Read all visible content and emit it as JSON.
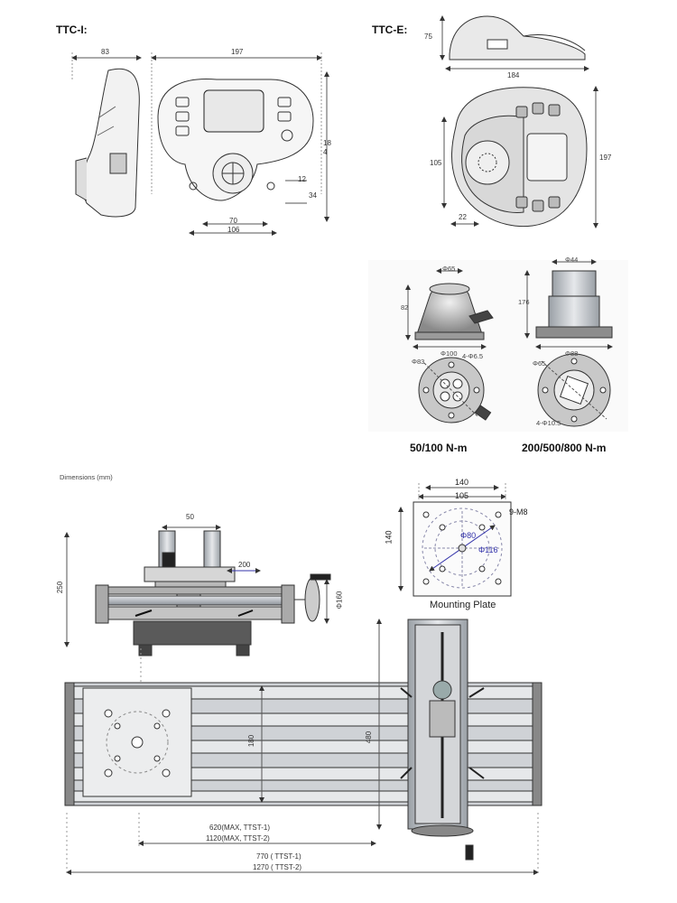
{
  "ttc_i": {
    "title": "TTC-I:",
    "dims": {
      "side_width": "83",
      "front_width": "197",
      "height_a": "18",
      "height_b": "4",
      "dim_12": "12",
      "dim_34": "34",
      "dim_70": "70",
      "dim_106": "106"
    }
  },
  "ttc_e": {
    "title": "TTC-E:",
    "dims": {
      "height": "75",
      "width": "184",
      "depth": "197",
      "dim_105": "105",
      "dim_22": "22"
    }
  },
  "sensors": {
    "left_caption": "50/100 N-m",
    "right_caption": "200/500/800 N-m",
    "left_dims": {
      "top": "Φ65",
      "height": "82",
      "base": "Φ100",
      "bolt": "4-Φ6.5",
      "pcd": "Φ83"
    },
    "right_dims": {
      "top": "Φ44",
      "height": "176",
      "base": "Φ88",
      "bolt": "4-Φ10.5",
      "pcd": "Φ65"
    }
  },
  "bench": {
    "dimensions_label": "Dimensions (mm)",
    "mounting_plate": {
      "label": "Mounting Plate",
      "width_outer": "140",
      "width_inner": "105",
      "height": "140",
      "holes": "9-M8",
      "dia_80": "Φ80",
      "dia_116": "Φ116"
    },
    "dims": {
      "spacing_50": "50",
      "arrow_200": "200",
      "height_250": "250",
      "wheel_160": "Φ160",
      "width_180": "180",
      "width_480": "480",
      "travel_1": "620(MAX, TTST-1)",
      "travel_2": "1120(MAX, TTST-2)",
      "length_1": "770  ( TTST-1)",
      "length_2": "1270  ( TTST-2)"
    }
  }
}
